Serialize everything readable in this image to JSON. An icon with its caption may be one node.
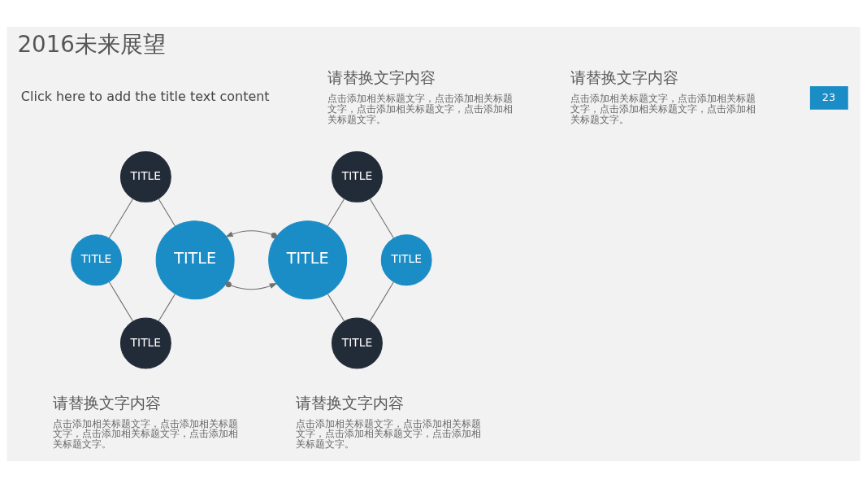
{
  "diagram": {
    "title": "2016未来展望",
    "nodes": [
      {
        "text": [
          "TITLE"
        ]
      },
      {
        "text": [
          "TITLE"
        ]
      },
      {
        "text": [
          "TITLE"
        ]
      },
      {
        "text": [
          "TITLE"
        ]
      },
      {
        "text": [
          "TITLE"
        ]
      },
      {
        "text": [
          "TITLE"
        ]
      },
      {
        "text": [
          "TITLE"
        ]
      },
      {
        "text": [
          "TITLE"
        ]
      }
    ],
    "edges": [
      {
        "from": 0,
        "to": 2,
        "arrow": "none"
      },
      {
        "from": 0,
        "to": 3,
        "arrow": "none"
      },
      {
        "from": 2,
        "to": 6,
        "arrow": "none"
      },
      {
        "from": 3,
        "to": 6,
        "arrow": "none"
      },
      {
        "from": 3,
        "to": 4,
        "arrow": "to"
      },
      {
        "from": 4,
        "to": 3,
        "arrow": "to"
      },
      {
        "from": 1,
        "to": 4,
        "arrow": "none"
      },
      {
        "from": 1,
        "to": 5,
        "arrow": "none"
      },
      {
        "from": 4,
        "to": 7,
        "arrow": "none"
      },
      {
        "from": 5,
        "to": 7,
        "arrow": "none"
      }
    ],
    "labels": [
      "Click here to add the title text content",
      "23",
      "请替换文字内容",
      "点击添加相关标题文字，点击添加相关标题文字，点击添加相关标题文字，点击添加相关标题文字。",
      "请替换文字内容",
      "点击添加相关标题文字，点击添加相关标题文字，点击添加相关标题文字，点击添加相关标题文字。",
      "请替换文字内容",
      "点击添加相关标题文字，点击添加相关标题文字，点击添加相关标题文字，点击添加相关标题文字。",
      "请替换文字内容",
      "点击添加相关标题文字，点击添加相关标题文字，点击添加相关标题文字，点击添加相关标题文字。"
    ]
  }
}
